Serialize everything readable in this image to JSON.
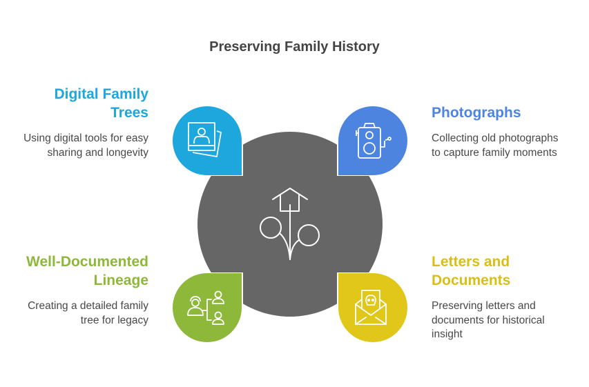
{
  "title": "Preserving Family History",
  "center": {
    "icon": "family-home-tree-icon",
    "color": "#666666"
  },
  "items": [
    {
      "heading": "Digital Family Trees",
      "heading_lines": [
        "Digital Family",
        "Trees"
      ],
      "description": "Using digital tools for easy sharing and longevity",
      "color": "#1DA7DC",
      "icon": "photo-portrait-icon"
    },
    {
      "heading": "Photographs",
      "heading_lines": [
        "Photographs"
      ],
      "description": "Collecting old photographs to capture family moments",
      "color": "#4C84E0",
      "icon": "vintage-camera-icon"
    },
    {
      "heading": "Well-Documented Lineage",
      "heading_lines": [
        "Well-Documented",
        "Lineage"
      ],
      "description": "Creating a detailed family tree for legacy",
      "color": "#8DB83A",
      "icon": "family-tree-people-icon"
    },
    {
      "heading": "Letters and Documents",
      "heading_lines": [
        "Letters and",
        "Documents"
      ],
      "description": "Preserving letters and documents for historical insight",
      "color": "#E0C71A",
      "icon": "envelope-letter-icon"
    }
  ]
}
